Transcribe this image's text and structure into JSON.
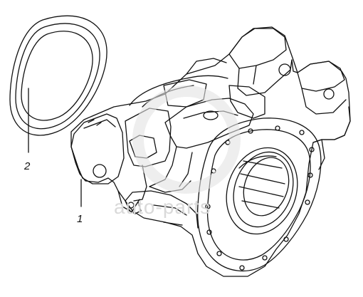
{
  "diagram": {
    "callouts": [
      {
        "id": "1",
        "label": "1",
        "part": "housing"
      },
      {
        "id": "2",
        "label": "2",
        "part": "seal-ring"
      }
    ],
    "watermark": {
      "text": "auto-parts"
    },
    "colors": {
      "ink": "#111111",
      "watermark": "#d9d9d9",
      "background": "#ffffff"
    }
  }
}
